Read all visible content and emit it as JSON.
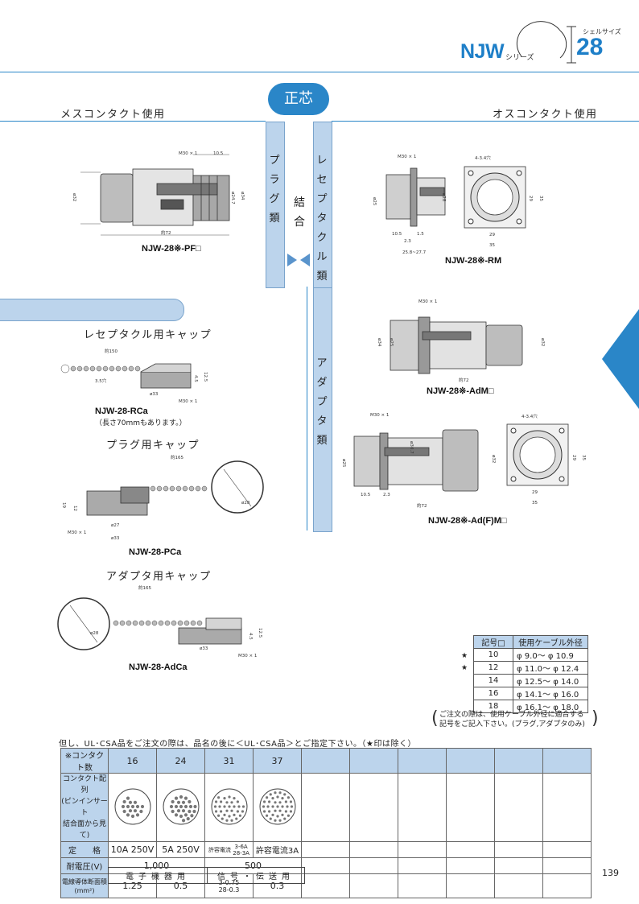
{
  "header": {
    "series_name": "NJW",
    "series_suffix": "シリーズ",
    "shell_size_label": "シェルサイズ",
    "shell_size": "28"
  },
  "sections": {
    "female_title": "メスコンタクト使用",
    "male_title": "オスコンタクト使用",
    "center_badge": "正芯",
    "plug_column": [
      "プ",
      "ラ",
      "グ",
      "類"
    ],
    "receptacle_column": [
      "レ",
      "セ",
      "プ",
      "タ",
      "ク",
      "ル",
      "類"
    ],
    "adapter_column": [
      "ア",
      "ダ",
      "プ",
      "タ",
      "類"
    ],
    "joint_label": [
      "結",
      "合"
    ]
  },
  "drawings": {
    "plug": {
      "model": "NJW-28※-PF□",
      "dims": [
        "M30 × 1",
        "10.5",
        "ø32",
        "ø24.7",
        "ø34",
        "約72"
      ]
    },
    "receptacle": {
      "model": "NJW-28※-RM",
      "dims": [
        "M30 × 1",
        "4-3.4穴",
        "ø25",
        "ø28",
        "10.5",
        "1.5",
        "2.3",
        "25.8~27.7",
        "29",
        "35",
        "29",
        "35"
      ]
    },
    "adapter_m": {
      "model": "NJW-28※-AdM□",
      "dims": [
        "M30 × 1",
        "ø34",
        "ø25",
        "ø32",
        "約72"
      ]
    },
    "adapter_fm": {
      "model": "NJW-28※-Ad(F)M□",
      "dims": [
        "M30 × 1",
        "ø30.7",
        "ø25",
        "ø32",
        "10.5",
        "2.3",
        "約72",
        "4-3.4穴",
        "29",
        "35",
        "29",
        "35"
      ]
    }
  },
  "caps": {
    "receptacle_cap_title": "レセプタクル用キャップ",
    "receptacle_cap_model": "NJW-28-RCa",
    "receptacle_cap_note": "（長さ70mmもあります。）",
    "receptacle_cap_dims": [
      "約150",
      "3.5穴",
      "4.5",
      "12.5",
      "ø33",
      "M30 × 1"
    ],
    "plug_cap_title": "プラグ用キャップ",
    "plug_cap_model": "NJW-28-PCa",
    "plug_cap_dims": [
      "約165",
      "19",
      "12",
      "ø27",
      "M30 × 1",
      "ø33",
      "ø28"
    ],
    "adapter_cap_title": "アダプタ用キャップ",
    "adapter_cap_model": "NJW-28-AdCa",
    "adapter_cap_dims": [
      "約165",
      "ø28",
      "4.5",
      "12.5",
      "ø33",
      "M30 × 1"
    ]
  },
  "cable_table": {
    "headers": [
      "記号□",
      "使用ケーブル外径"
    ],
    "rows": [
      {
        "star": "★",
        "code": "10",
        "range": "φ  9.0〜 φ 10.9"
      },
      {
        "star": "★",
        "code": "12",
        "range": "φ 11.0〜 φ 12.4"
      },
      {
        "star": "",
        "code": "14",
        "range": "φ 12.5〜 φ 14.0"
      },
      {
        "star": "",
        "code": "16",
        "range": "φ 14.1〜 φ 16.0"
      },
      {
        "star": "",
        "code": "18",
        "range": "φ 16.1〜 φ 18.0"
      }
    ],
    "note_line1": "ご注文の際は、使用ケーブル外径に適合する",
    "note_line2": "記号をご記入下さい。(プラグ,アダプタのみ)"
  },
  "ul_note": "但し、UL･CSA品をご注文の際は、品名の後に＜UL･CSA品＞とご指定下さい。（★印は除く）",
  "spec_table": {
    "row_contacts_label": "※コンタクト数",
    "contacts": [
      "16",
      "24",
      "31",
      "37"
    ],
    "row_layout_label": [
      "コンタクト配列",
      "(ピンインサート",
      "結合面から見て)"
    ],
    "row_rating_label": "定　　格",
    "ratings": [
      "10A 250V",
      "5A 250V"
    ],
    "rating3_prefix": "許容電流",
    "rating3_top": "3-6A",
    "rating3_bottom": "28-3A",
    "rating4": "許容電流3A",
    "row_voltage_label": "耐電圧(V)",
    "voltage_a": "1,000",
    "voltage_b": "500",
    "row_wire_label": "電線導体断面積",
    "row_wire_unit": "(mm²)",
    "wire": [
      "1.25",
      "0.5"
    ],
    "wire3_top": "3-0.75",
    "wire3_bottom": "28-0.3",
    "wire4": "0.3"
  },
  "categories": [
    "電子機器用",
    "信号・伝送用"
  ],
  "page_number": "139",
  "colors": {
    "accent": "#2a86c8",
    "light_blue": "#bcd4ec"
  }
}
